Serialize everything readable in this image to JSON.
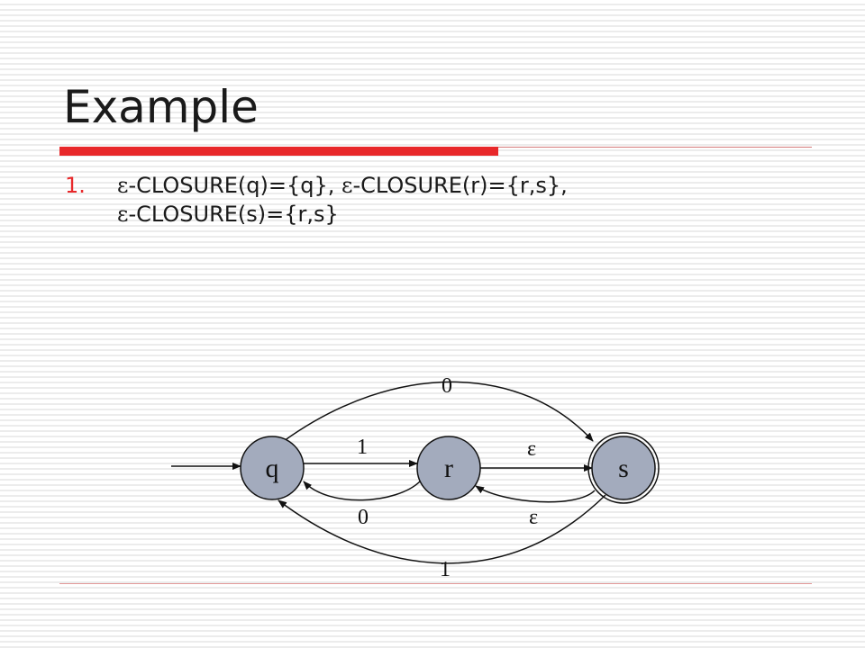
{
  "slide": {
    "title": "Example",
    "list": [
      {
        "marker": "1.",
        "lines": [
          [
            {
              "text": "ε",
              "eps": true
            },
            {
              "text": "-CLOSURE(q)={q}, "
            },
            {
              "text": "ε",
              "eps": true
            },
            {
              "text": "-CLOSURE(r)={r,s},"
            }
          ],
          [
            {
              "text": "ε",
              "eps": true
            },
            {
              "text": "-CLOSURE(s)={r,s}"
            }
          ]
        ]
      }
    ]
  },
  "diagram": {
    "states": [
      {
        "id": "q",
        "label": "q",
        "start": true,
        "accept": false
      },
      {
        "id": "r",
        "label": "r",
        "start": false,
        "accept": false
      },
      {
        "id": "s",
        "label": "s",
        "start": false,
        "accept": true
      }
    ],
    "transitions": [
      {
        "from": "q",
        "to": "s",
        "label": "0"
      },
      {
        "from": "q",
        "to": "r",
        "label": "1"
      },
      {
        "from": "r",
        "to": "s",
        "label": "ε"
      },
      {
        "from": "r",
        "to": "q",
        "label": "0"
      },
      {
        "from": "s",
        "to": "r",
        "label": "ε"
      },
      {
        "from": "s",
        "to": "q",
        "label": "1"
      }
    ],
    "colors": {
      "state_fill": "#a3abbd",
      "stroke": "#111111"
    }
  }
}
